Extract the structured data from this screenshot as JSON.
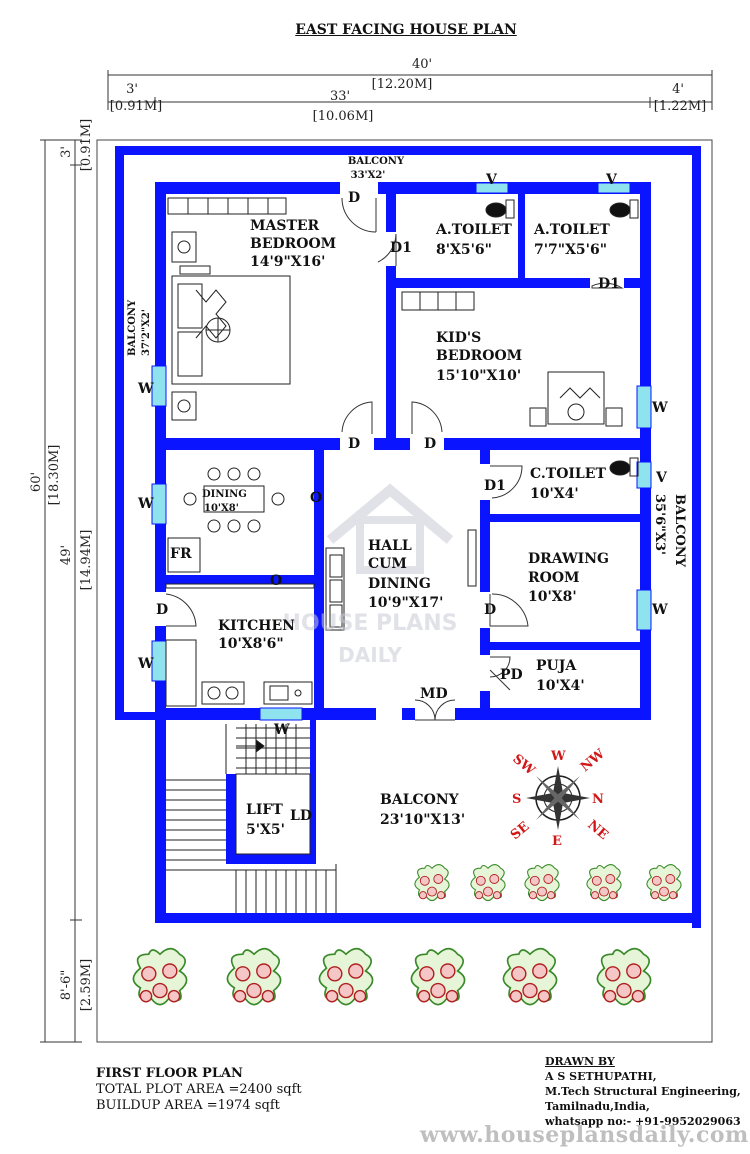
{
  "title": "EAST FACING HOUSE PLAN",
  "dims": {
    "top_total": "40'",
    "top_total_m": "[12.20M]",
    "top_left": "3'",
    "top_left_m": "[0.91M]",
    "top_mid": "33'",
    "top_mid_m": "[10.06M]",
    "top_right": "4'",
    "top_right_m": "[1.22M]",
    "side_total": "60'",
    "side_total_m": "[18.30M]",
    "side_top": "3'",
    "side_top_m": "[0.91M]",
    "side_mid": "49'",
    "side_mid_m": "[14.94M]",
    "side_bot": "8'-6\"",
    "side_bot_m": "[2.59M]"
  },
  "rooms": {
    "balcony_top": "BALCONY",
    "balcony_top_size": "33'X2'",
    "master_name": "MASTER",
    "master_name2": "BEDROOM",
    "master_size": "14'9\"X16'",
    "atoilet1_name": "A.TOILET",
    "atoilet1_size": "8'X5'6\"",
    "atoilet2_name": "A.TOILET",
    "atoilet2_size": "7'7\"X5'6\"",
    "balcony_left": "BALCONY",
    "balcony_left_size": "37'2\"X2'",
    "kids_name": "KID'S",
    "kids_name2": "BEDROOM",
    "kids_size": "15'10\"X10'",
    "dining_name": "DINING",
    "dining_size": "10'X8'",
    "hall_name": "HALL",
    "hall_name2": "CUM",
    "hall_name3": "DINING",
    "hall_size": "10'9\"X17'",
    "ctoilet_name": "C.TOILET",
    "ctoilet_size": "10'X4'",
    "balcony_right": "BALCONY",
    "balcony_right_size": "35'6\"X3'",
    "drawing_name": "DRAWING",
    "drawing_name2": "ROOM",
    "drawing_size": "10'X8'",
    "kitchen_name": "KITCHEN",
    "kitchen_size": "10'X8'6\"",
    "puja_name": "PUJA",
    "puja_size": "10'X4'",
    "lift_name": "LIFT",
    "lift_size": "5'X5'",
    "balcony_front": "BALCONY",
    "balcony_front_size": "23'10\"X13'"
  },
  "tags": {
    "door": "D",
    "door1": "D1",
    "window": "W",
    "vent": "V",
    "opening": "O",
    "fridge": "FR",
    "main_door": "MD",
    "puja_door": "PD",
    "lift_door": "LD"
  },
  "compass": {
    "n": "N",
    "s": "S",
    "e": "E",
    "w": "W",
    "ne": "NE",
    "nw": "NW",
    "se": "SE",
    "sw": "SW"
  },
  "watermark": {
    "line1": "HOUSE PLANS",
    "line2": "DAILY"
  },
  "footer": {
    "plan_name": "FIRST FLOOR PLAN",
    "plot_area": "TOTAL PLOT AREA =2400 sqft",
    "buildup_area": "BUILDUP AREA =1974 sqft",
    "drawn_by": "DRAWN BY",
    "author": "A S SETHUPATHI,",
    "qualification": "M.Tech Structural Engineering,",
    "location": "Tamilnadu,India,",
    "whatsapp": "whatsapp no:- +91-9952029063",
    "website": "www.houseplansdaily.com"
  },
  "colors": {
    "wall": "#0a14ff",
    "window": "#8fe3ee",
    "compass": "#d01818"
  }
}
